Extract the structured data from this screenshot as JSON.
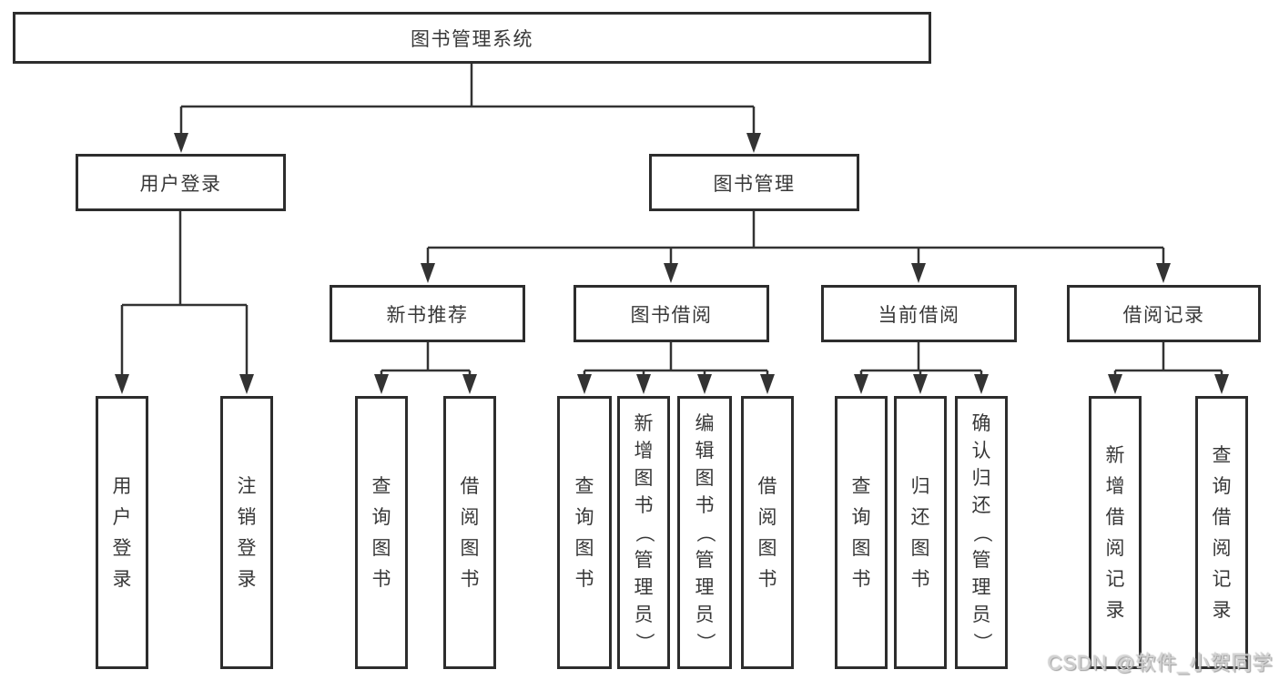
{
  "tree": {
    "root": {
      "label": "图书管理系统"
    },
    "children": [
      {
        "label": "用户登录",
        "children": [
          {
            "label": "用户登录"
          },
          {
            "label": "注销登录"
          }
        ]
      },
      {
        "label": "图书管理",
        "children": [
          {
            "label": "新书推荐",
            "children": [
              {
                "label": "查询图书"
              },
              {
                "label": "借阅图书"
              }
            ]
          },
          {
            "label": "图书借阅",
            "children": [
              {
                "label": "查询图书"
              },
              {
                "label": "新增图书（管理员）"
              },
              {
                "label": "编辑图书（管理员）"
              },
              {
                "label": "借阅图书"
              }
            ]
          },
          {
            "label": "当前借阅",
            "children": [
              {
                "label": "查询图书"
              },
              {
                "label": "归还图书"
              },
              {
                "label": "确认归还（管理员）"
              }
            ]
          },
          {
            "label": "借阅记录",
            "children": [
              {
                "label": "新增借阅记录"
              },
              {
                "label": "查询借阅记录"
              }
            ]
          }
        ]
      }
    ]
  },
  "watermark": {
    "text": "CSDN @软件_小贺同学"
  },
  "colors": {
    "line": "#333333",
    "box_border": "#2d2d2d",
    "box_fill": "#ffffff",
    "text": "#383838",
    "watermark": "#d2d2d2"
  }
}
